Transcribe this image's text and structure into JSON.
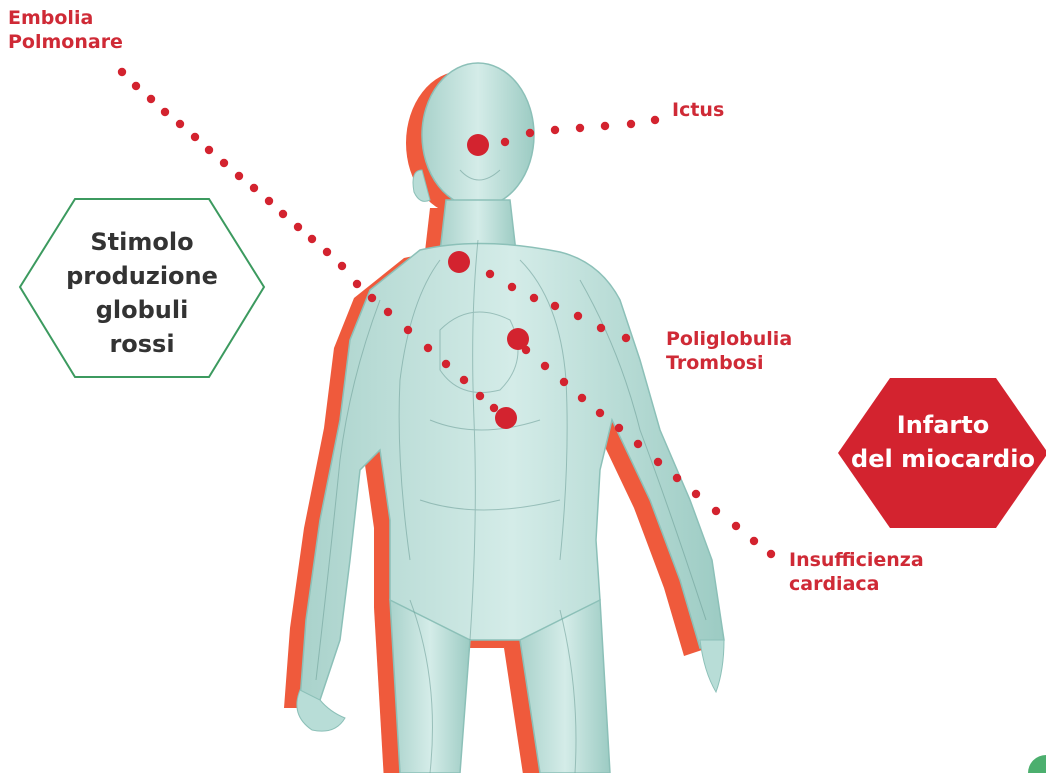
{
  "labels": {
    "embolia_line1": "Embolia",
    "embolia_line2": "Polmonare",
    "ictus": "Ictus",
    "poliglobulia_line1": "Poliglobulia",
    "poliglobulia_line2": "Trombosi",
    "insufficienza_line1": "Insufficienza",
    "insufficienza_line2": "cardiaca"
  },
  "hexagons": {
    "green": {
      "lines": [
        "Stimolo",
        "produzione",
        "globuli",
        "rossi"
      ]
    },
    "red": {
      "lines": [
        "Infarto",
        "del miocardio"
      ]
    }
  },
  "colors": {
    "accent_red": "#d3232f",
    "label_red": "#cf2a36",
    "hex_green_border": "#3c9a5f",
    "body_teal": "#b8ddd7",
    "body_teal_dark": "#8cc0b8",
    "body_shadow_red": "#ef5a3c",
    "vein_lines": "#6b9c96"
  },
  "icons": [
    "human-body-figure",
    "hotspot-dot"
  ]
}
